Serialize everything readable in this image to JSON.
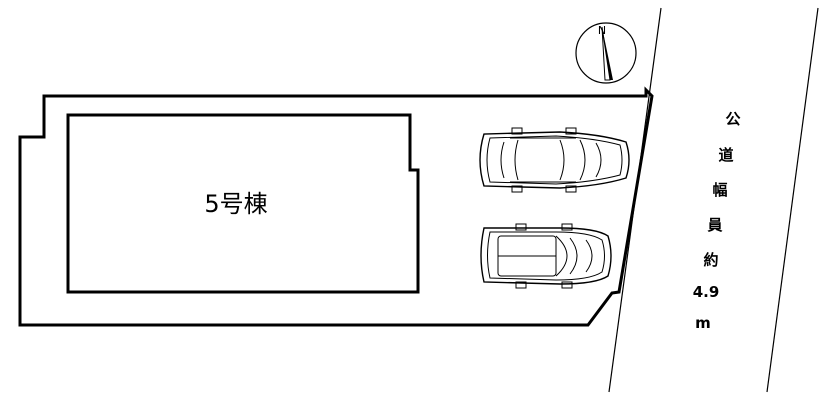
{
  "building": {
    "label": "5号棟"
  },
  "road": {
    "label_chars": [
      "公",
      "道",
      "幅",
      "員",
      "約"
    ],
    "width_value": "4.9",
    "width_unit": "m"
  },
  "compass": {
    "north_label": "N"
  },
  "parking": {
    "car_count": 2
  },
  "colors": {
    "line": "#000000",
    "background": "#ffffff"
  }
}
